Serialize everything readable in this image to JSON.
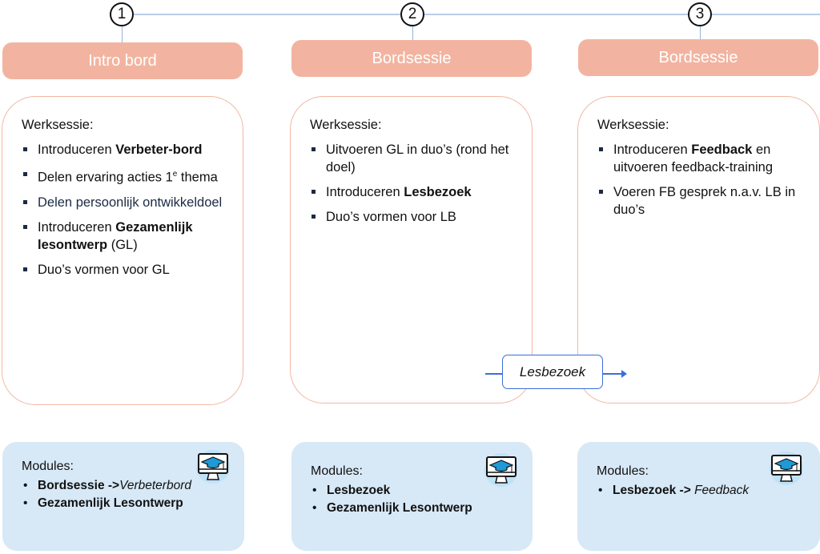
{
  "steps": [
    {
      "number": "1",
      "header": "Intro bord",
      "work_title": "Werksessie:",
      "work_items": [
        {
          "prefix": "Introduceren ",
          "bold": "Verbeter-bord",
          "suffix": ""
        },
        {
          "prefix": "Delen ervaring acties 1",
          "sup": "e",
          "suffix": " thema"
        },
        {
          "prefix": "Delen persoonlijk ontwikkeldoel"
        },
        {
          "prefix": "Introduceren ",
          "bold": "Gezamenlijk lesontwerp",
          "suffix": " (GL)"
        },
        {
          "prefix": "Duo’s vormen voor GL"
        }
      ],
      "modules_title": "Modules:",
      "modules": [
        {
          "text": "Bordsessie ->",
          "italic": "Verbeterbord"
        },
        {
          "text": "Gezamenlijk Lesontwerp"
        }
      ]
    },
    {
      "number": "2",
      "header": "Bordsessie",
      "work_title": "Werksessie:",
      "work_items": [
        {
          "prefix": "Uitvoeren GL in duo’s (rond het doel)"
        },
        {
          "prefix": "Introduceren ",
          "bold": "Lesbezoek"
        },
        {
          "prefix": "Duo’s vormen voor LB"
        }
      ],
      "modules_title": "Modules:",
      "modules": [
        {
          "text": "Lesbezoek"
        },
        {
          "text": "Gezamenlijk Lesontwerp"
        }
      ]
    },
    {
      "number": "3",
      "header": "Bordsessie",
      "work_title": "Werksessie:",
      "work_items": [
        {
          "prefix": "Introduceren ",
          "bold": "Feedback",
          "suffix": " en uitvoeren feedback-training"
        },
        {
          "prefix": "Voeren FB gesprek n.a.v. LB in duo’s"
        }
      ],
      "modules_title": "Modules:",
      "modules": [
        {
          "text": "Lesbezoek -> ",
          "italic": "Feedback"
        }
      ]
    }
  ],
  "connector_label": "Lesbezoek",
  "colors": {
    "header_fill": "#f2b4a0",
    "card_border": "#f3b8a4",
    "modules_fill": "#d7e8f6",
    "connector_blue": "#3a6fd8"
  },
  "icons": {
    "modules": "graduation-cap-monitor-icon"
  }
}
